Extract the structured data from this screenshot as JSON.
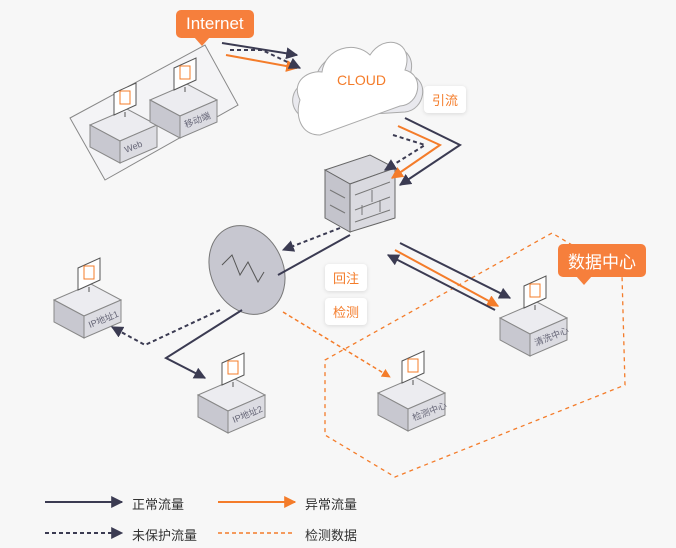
{
  "tags": {
    "internet": "Internet",
    "datacenter": "数据中心"
  },
  "cloud": "CLOUD",
  "bubbles": {
    "divert": "引流",
    "reinject": "回注",
    "detect": "检测"
  },
  "nodes": {
    "web": "Web",
    "mobile": "移动端",
    "ip1": "IP地址1",
    "ip2": "IP地址2",
    "scrub": "清洗中心",
    "monitor": "检测中心"
  },
  "legend": {
    "normal": "正常流量",
    "abnormal": "异常流量",
    "unprotected": "未保护流量",
    "detection": "检测数据"
  },
  "colors": {
    "dark": "#3b3b52",
    "orange": "#f47c2a"
  }
}
